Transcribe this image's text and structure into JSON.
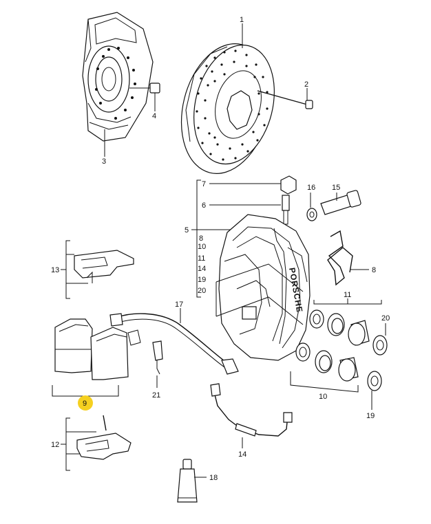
{
  "diagram": {
    "highlight_color": "#f5d020",
    "callouts": [
      {
        "id": "1",
        "label": "1"
      },
      {
        "id": "2",
        "label": "2"
      },
      {
        "id": "3",
        "label": "3"
      },
      {
        "id": "4",
        "label": "4"
      },
      {
        "id": "5",
        "label": "5"
      },
      {
        "id": "6",
        "label": "6"
      },
      {
        "id": "7",
        "label": "7"
      },
      {
        "id": "8a",
        "label": "8"
      },
      {
        "id": "8b",
        "label": "8"
      },
      {
        "id": "9",
        "label": "9",
        "highlighted": true
      },
      {
        "id": "10a",
        "label": "10"
      },
      {
        "id": "10b",
        "label": "10"
      },
      {
        "id": "11a",
        "label": "11"
      },
      {
        "id": "11b",
        "label": "11"
      },
      {
        "id": "12",
        "label": "12"
      },
      {
        "id": "13",
        "label": "13"
      },
      {
        "id": "14a",
        "label": "14"
      },
      {
        "id": "14b",
        "label": "14"
      },
      {
        "id": "15",
        "label": "15"
      },
      {
        "id": "16",
        "label": "16"
      },
      {
        "id": "17",
        "label": "17"
      },
      {
        "id": "18",
        "label": "18"
      },
      {
        "id": "19a",
        "label": "19"
      },
      {
        "id": "19b",
        "label": "19"
      },
      {
        "id": "20a",
        "label": "20"
      },
      {
        "id": "20b",
        "label": "20"
      },
      {
        "id": "21",
        "label": "21"
      }
    ],
    "caliper_lettering": "PORSCHE",
    "icons": [
      "brake-disc-icon",
      "dust-shield-icon",
      "brake-caliper-icon",
      "brake-pad-icon",
      "brake-hose-icon",
      "brake-line-icon",
      "grease-tube-icon",
      "bolt-icon",
      "wear-sensor-icon",
      "spring-clip-icon"
    ]
  }
}
